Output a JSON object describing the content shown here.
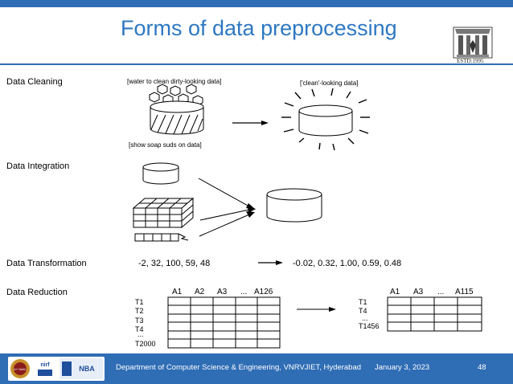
{
  "slide": {
    "title": "Forms of data preprocessing",
    "estd": "ESTD:1995"
  },
  "sections": {
    "cleaning": "Data Cleaning",
    "integration": "Data Integration",
    "transformation": "Data Transformation",
    "reduction": "Data Reduction"
  },
  "cleaning": {
    "caption_top": "[water to clean dirty-looking data]",
    "caption_right": "['clean'-looking data]",
    "caption_bottom": "[show soap suds on data]"
  },
  "transformation": {
    "input": "-2, 32, 100, 59, 48",
    "output": "-0.02, 0.32, 1.00, 0.59, 0.48"
  },
  "reduction": {
    "left_columns": [
      "A1",
      "A2",
      "A3",
      "...",
      "A126"
    ],
    "left_rows": [
      "T1",
      "T2",
      "T3",
      "T4",
      "...",
      "T2000"
    ],
    "right_columns": [
      "A1",
      "A3",
      "...",
      "A115"
    ],
    "right_rows": [
      "T1",
      "T4",
      "...",
      "T1456"
    ]
  },
  "footer": {
    "department": "Department of Computer Science & Engineering, VNRVJIET, Hyderabad",
    "date": "January 3, 2023",
    "page": "48",
    "badges": [
      "A++ NAAC",
      "nirf",
      "NBA"
    ]
  },
  "colors": {
    "accent": "#2f6db5",
    "title": "#2e78c2"
  }
}
